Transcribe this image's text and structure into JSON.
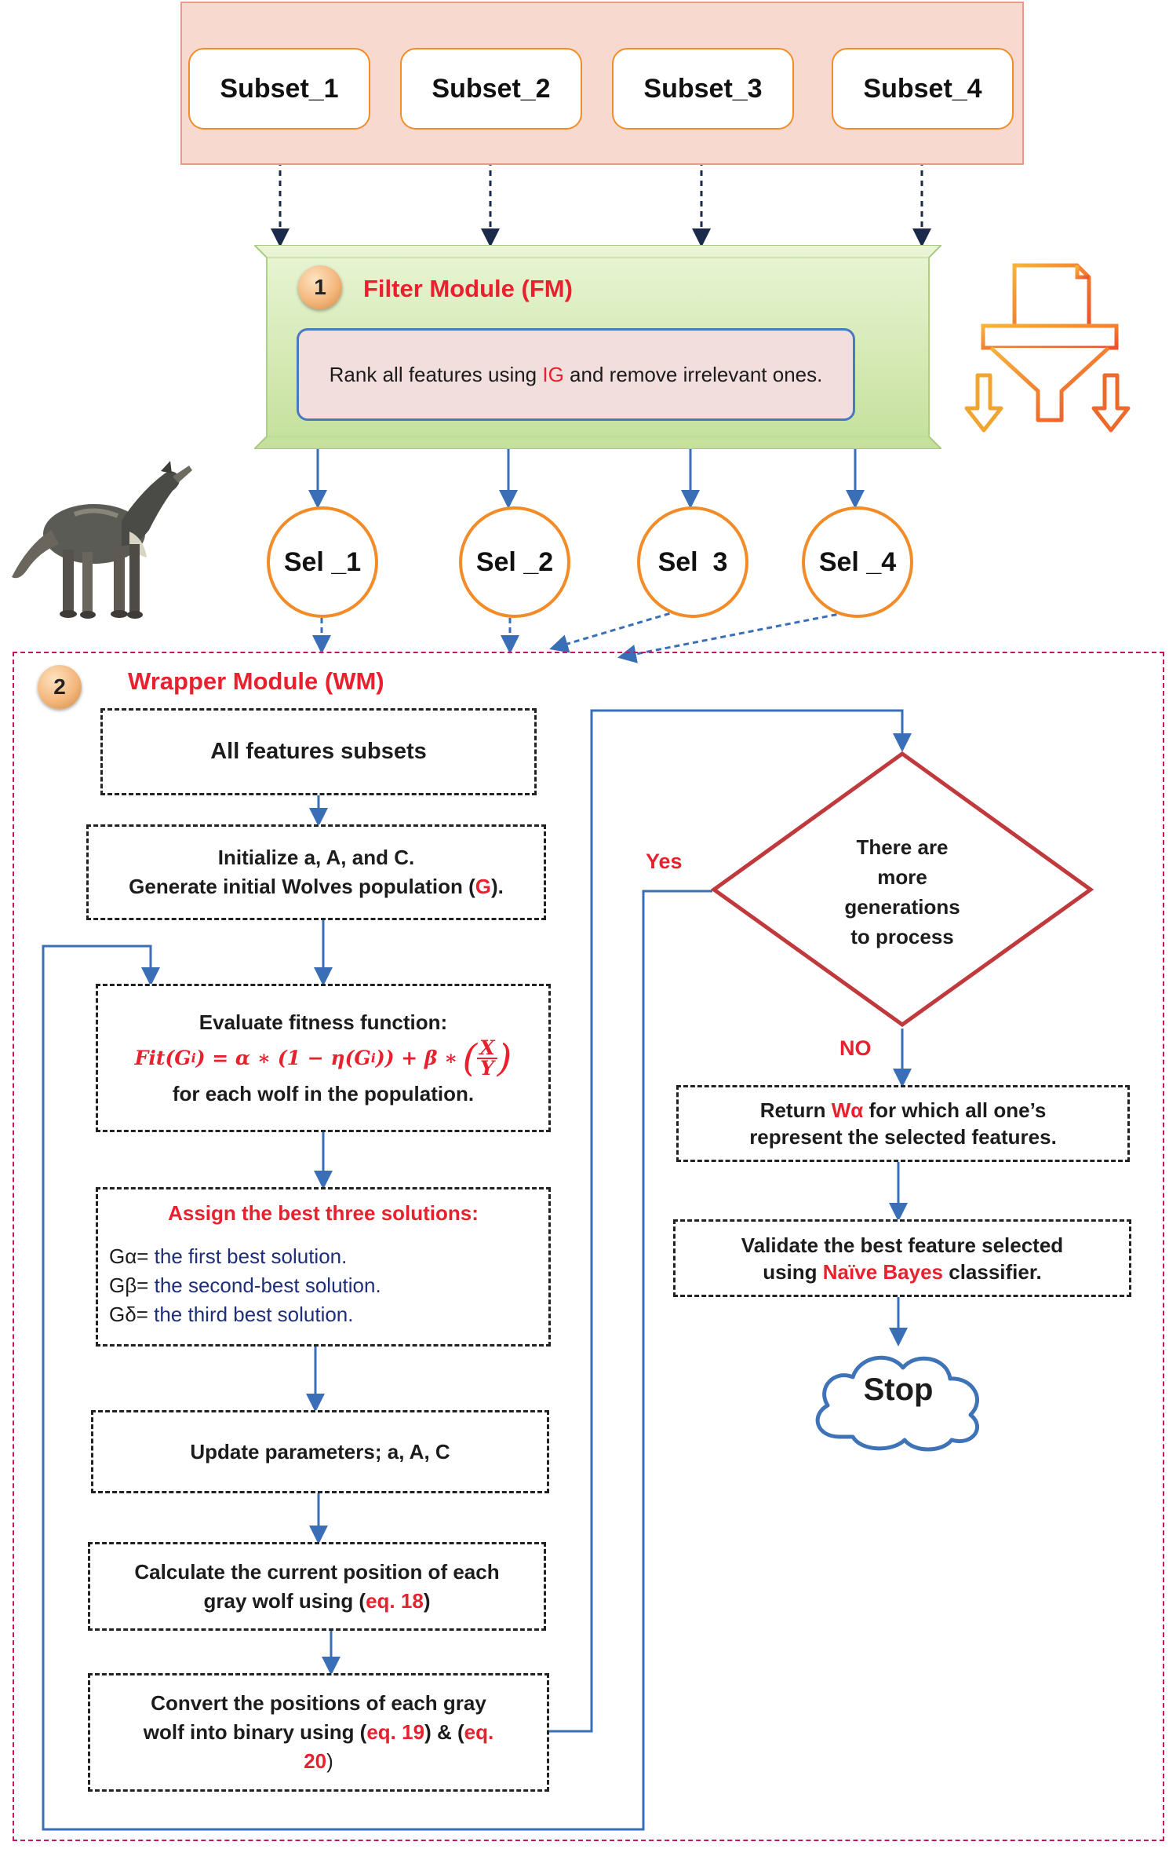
{
  "subsets": [
    "Subset_1",
    "Subset_2",
    "Subset_3",
    "Subset_4"
  ],
  "filter_module": {
    "badge": "1",
    "title": "Filter Module (FM)",
    "desc_before": "Rank all features using ",
    "desc_highlight": "IG",
    "desc_after": " and remove irrelevant ones."
  },
  "selected": [
    "Sel _1",
    "Sel _2",
    "Sel  3",
    "Sel _4"
  ],
  "wrapper_module": {
    "badge": "2",
    "title": "Wrapper Module (WM)"
  },
  "steps": {
    "all_features": "All features subsets",
    "init_line1": "Initialize a, A, and C.",
    "init_line2_before": "Generate initial Wolves population (",
    "init_line2_highlight": "G",
    "init_line2_after": ").",
    "fitness_title": "Evaluate fitness function:",
    "fitness_formula_lhs": "Fit(G",
    "fitness_formula_sub": "i",
    "fitness_formula_mid": ") = α ∗ (1 − η(G",
    "fitness_formula_mid2": ")) + β ∗",
    "fitness_formula_num": "X",
    "fitness_formula_den": "Y",
    "fitness_footer": "for each wolf in the population.",
    "assign_title": "Assign the best three solutions:",
    "alpha_sym": "Gα=",
    "alpha_text": " the first best solution.",
    "beta_sym": "Gβ=",
    "beta_text": " the second-best solution.",
    "delta_sym": "Gδ=",
    "delta_text": " the third best solution.",
    "update": "Update parameters; a, A, C",
    "calc_line1": "Calculate the current position of each",
    "calc_line2_before": "gray wolf using (",
    "calc_line2_highlight": "eq. 18",
    "calc_line2_after": ")",
    "convert_line1": "Convert the positions of each gray",
    "convert_line2_before": "wolf into binary using (",
    "convert_eq1": "eq. 19",
    "convert_line2_mid": ") & (",
    "convert_eq2": "eq.",
    "convert_line3_eq": "20",
    "convert_line3_after": ")",
    "decision_lines": [
      "There are",
      "more",
      "generations",
      "to process"
    ],
    "yes_label": "Yes",
    "no_label": "NO",
    "return_before": "Return ",
    "return_highlight": "Wα",
    "return_after": " for which all one’s",
    "return_line2": "represent the selected features.",
    "validate_line1": "Validate the best feature selected",
    "validate_line2_before": "using ",
    "validate_highlight": "Naïve Bayes",
    "validate_line2_after": " classifier.",
    "stop": "Stop"
  },
  "icons": [
    "wolf-illustration",
    "document-funnel-icon"
  ],
  "colors": {
    "orange": "#f28c28",
    "red": "#e8212e",
    "blue_arrow": "#3a6fb8",
    "navy_text": "#1e2e78",
    "filter_green": "#cfe6a6",
    "subset_panel": "#f8d9cf",
    "decision_red": "#c0393c",
    "wrapper_border": "#c2185b"
  }
}
